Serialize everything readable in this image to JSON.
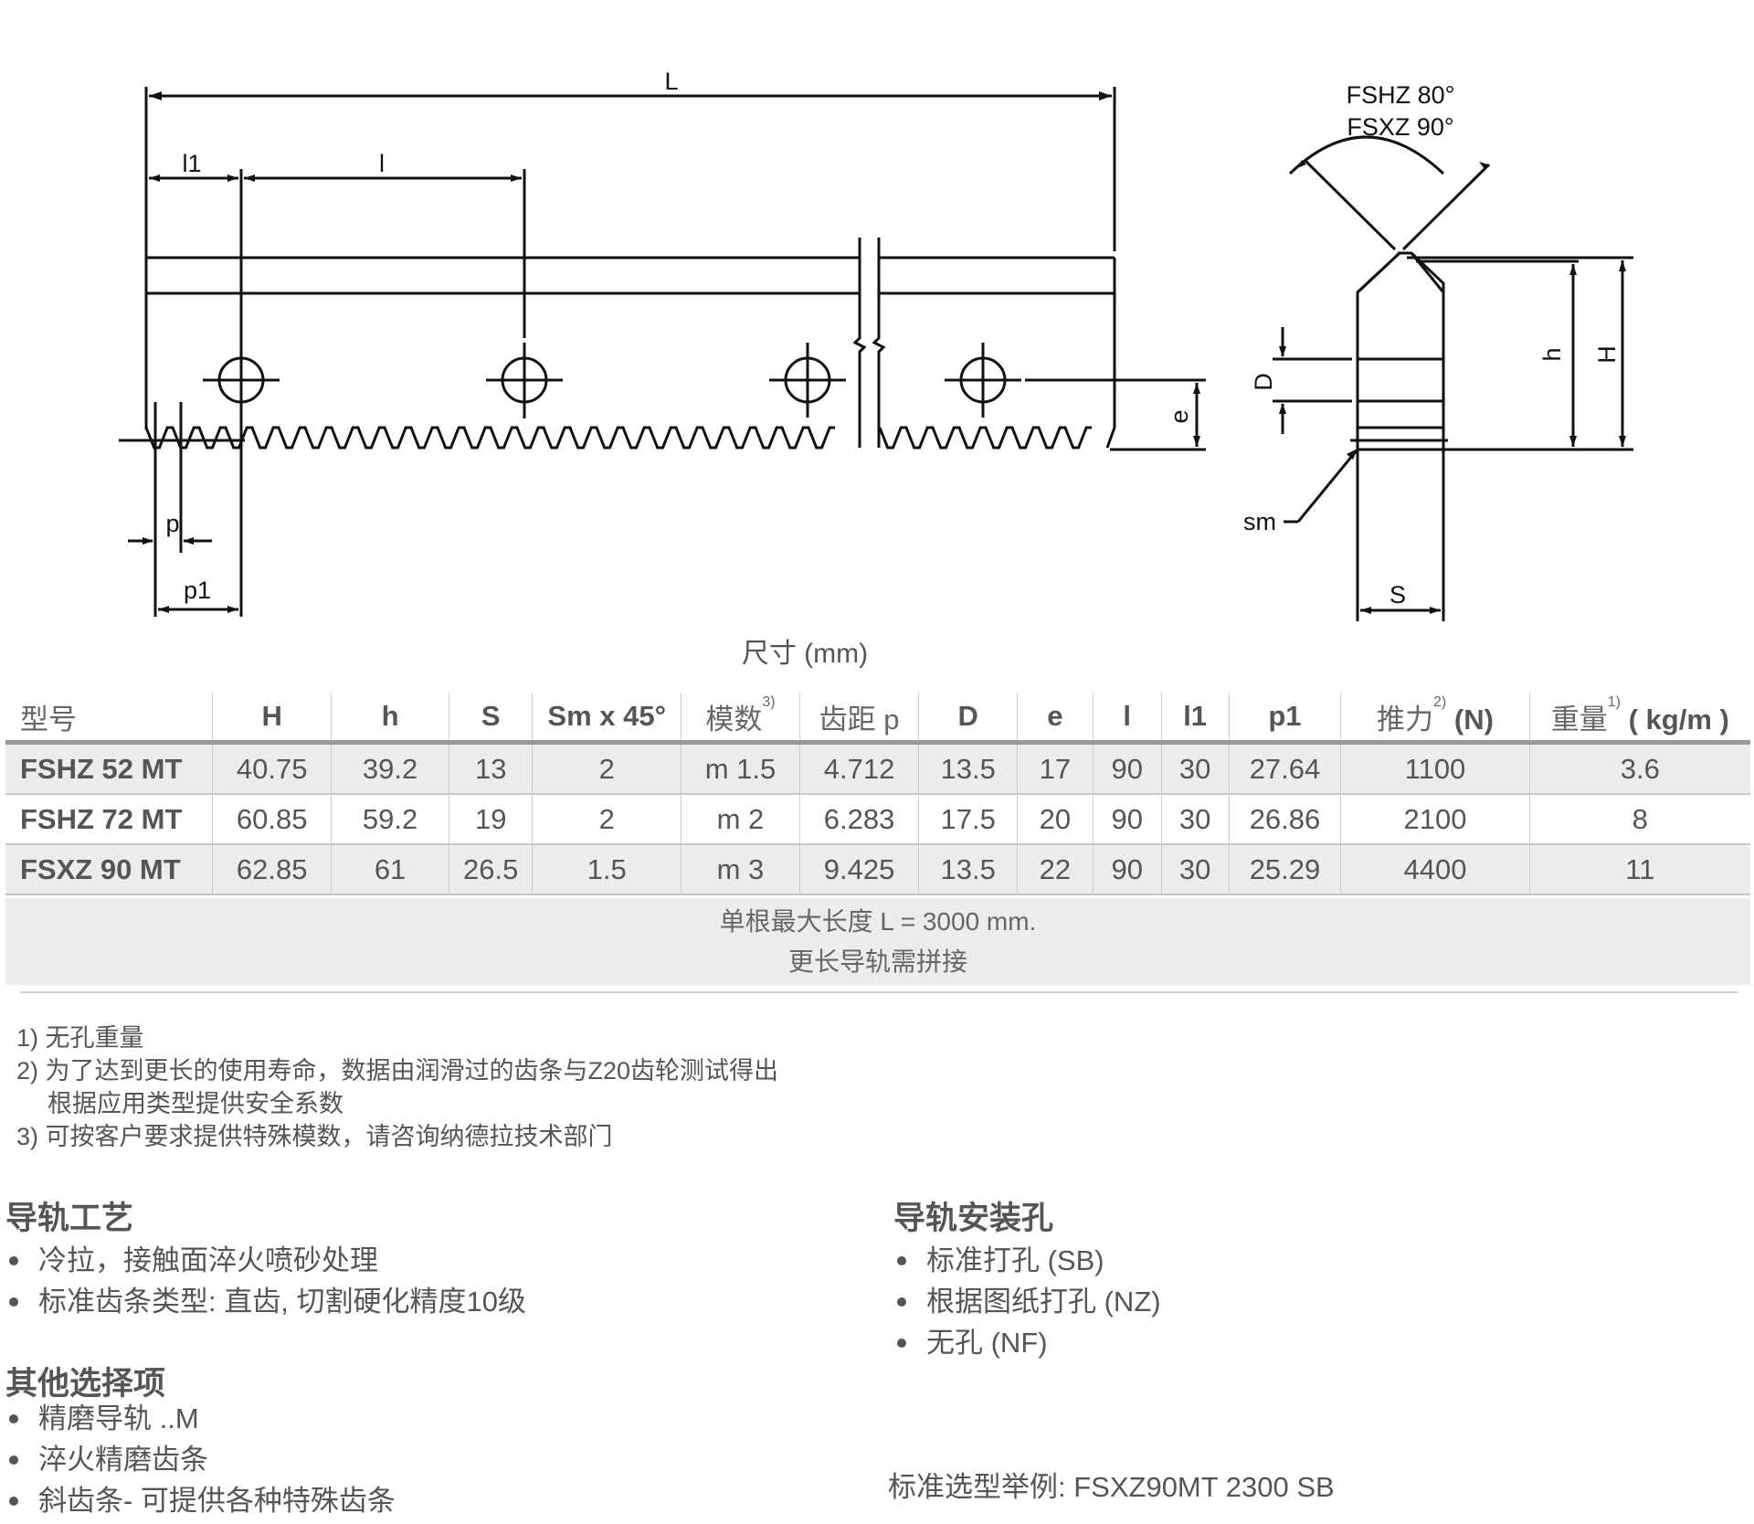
{
  "drawing": {
    "labels": {
      "L": "L",
      "l1": "l1",
      "l": "l",
      "p": "p",
      "p1": "p1",
      "e": "e",
      "D": "D",
      "h": "h",
      "H": "H",
      "sm": "sm",
      "S": "S",
      "angle_fshz": "FSHZ 80°",
      "angle_fsxz": "FSXZ 90°"
    },
    "caption": "尺寸 (mm)"
  },
  "table": {
    "headers": [
      {
        "text": "型号",
        "sup": ""
      },
      {
        "text": "H",
        "sup": ""
      },
      {
        "text": "h",
        "sup": ""
      },
      {
        "text": "S",
        "sup": ""
      },
      {
        "text": "Sm x 45°",
        "sup": ""
      },
      {
        "text": "模数",
        "sup": "3)"
      },
      {
        "text": "齿距 p",
        "sup": ""
      },
      {
        "text": "D",
        "sup": ""
      },
      {
        "text": "e",
        "sup": ""
      },
      {
        "text": "l",
        "sup": ""
      },
      {
        "text": "l1",
        "sup": ""
      },
      {
        "text": "p1",
        "sup": ""
      },
      {
        "text": "推力",
        "sup": "2)",
        "unit": "(N)"
      },
      {
        "text": "重量",
        "sup": "1)",
        "unit": "( kg/m )"
      }
    ],
    "rows": [
      [
        "FSHZ 52 MT",
        "40.75",
        "39.2",
        "13",
        "2",
        "m 1.5",
        "4.712",
        "13.5",
        "17",
        "90",
        "30",
        "27.64",
        "1100",
        "3.6"
      ],
      [
        "FSHZ 72 MT",
        "60.85",
        "59.2",
        "19",
        "2",
        "m 2",
        "6.283",
        "17.5",
        "20",
        "90",
        "30",
        "26.86",
        "2100",
        "8"
      ],
      [
        "FSXZ 90 MT",
        "62.85",
        "61",
        "26.5",
        "1.5",
        "m 3",
        "9.425",
        "13.5",
        "22",
        "90",
        "30",
        "25.29",
        "4400",
        "11"
      ]
    ],
    "note_line1": "单根最大长度 L = 3000 mm.",
    "note_line2": "更长导轨需拼接"
  },
  "footnotes": [
    "1) 无孔重量",
    "2) 为了达到更长的使用寿命，数据由润滑过的齿条与Z20齿轮测试得出",
    "根据应用类型提供安全系数",
    "3) 可按客户要求提供特殊模数，请咨询纳德拉技术部门"
  ],
  "sections": {
    "process": {
      "title": "导轨工艺",
      "items": [
        "冷拉，接触面淬火喷砂处理",
        "标准齿条类型: 直齿, 切割硬化精度10级"
      ]
    },
    "options": {
      "title": "其他选择项",
      "items": [
        "精磨导轨 ..M",
        "淬火精磨齿条",
        "斜齿条- 可提供各种特殊齿条"
      ]
    },
    "holes": {
      "title": "导轨安装孔",
      "items": [
        "标准打孔 (SB)",
        "根据图纸打孔 (NZ)",
        "无孔 (NF)"
      ]
    }
  },
  "example": "标准选型举例: FSXZ90MT 2300 SB"
}
